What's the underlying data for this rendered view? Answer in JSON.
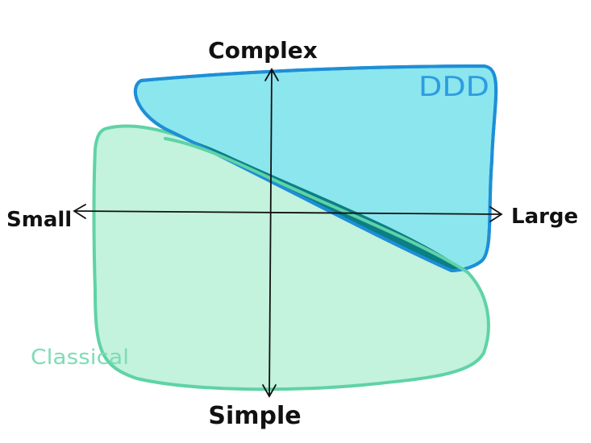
{
  "axes": {
    "top_label": "Complex",
    "bottom_label": "Simple",
    "left_label": "Small",
    "right_label": "Large"
  },
  "regions": {
    "ddd": {
      "label": "DDD",
      "fill": "#8ce6ee",
      "stroke": "#1e8fd6",
      "label_color": "#2f9ce0"
    },
    "classical": {
      "label": "Classical",
      "fill": "#c3f2dd",
      "stroke": "#5fd3a6",
      "label_color": "#7fdcb7"
    },
    "overlap": {
      "fill": "#0a7f86"
    }
  },
  "colors": {
    "axis": "#111111",
    "background": "#ffffff"
  }
}
